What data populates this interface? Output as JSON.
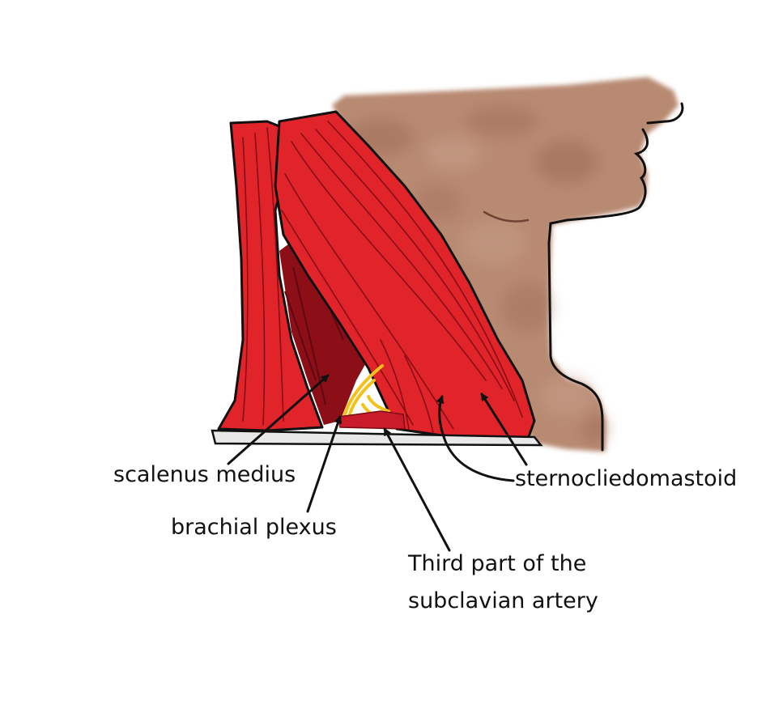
{
  "labels": {
    "scalenus_medius": "scalenus medius",
    "brachial_plexus": "brachial plexus",
    "sternocleidomastoid": "sternocliedomastoid",
    "subclavian_line1": "Third part of the",
    "subclavian_line2": "subclavian artery"
  },
  "colors": {
    "skin": "#b88a72",
    "muscle": "#e0242a",
    "muscle_dark": "#8c0f18",
    "nerve": "#f2c21a",
    "outline": "#111111"
  }
}
